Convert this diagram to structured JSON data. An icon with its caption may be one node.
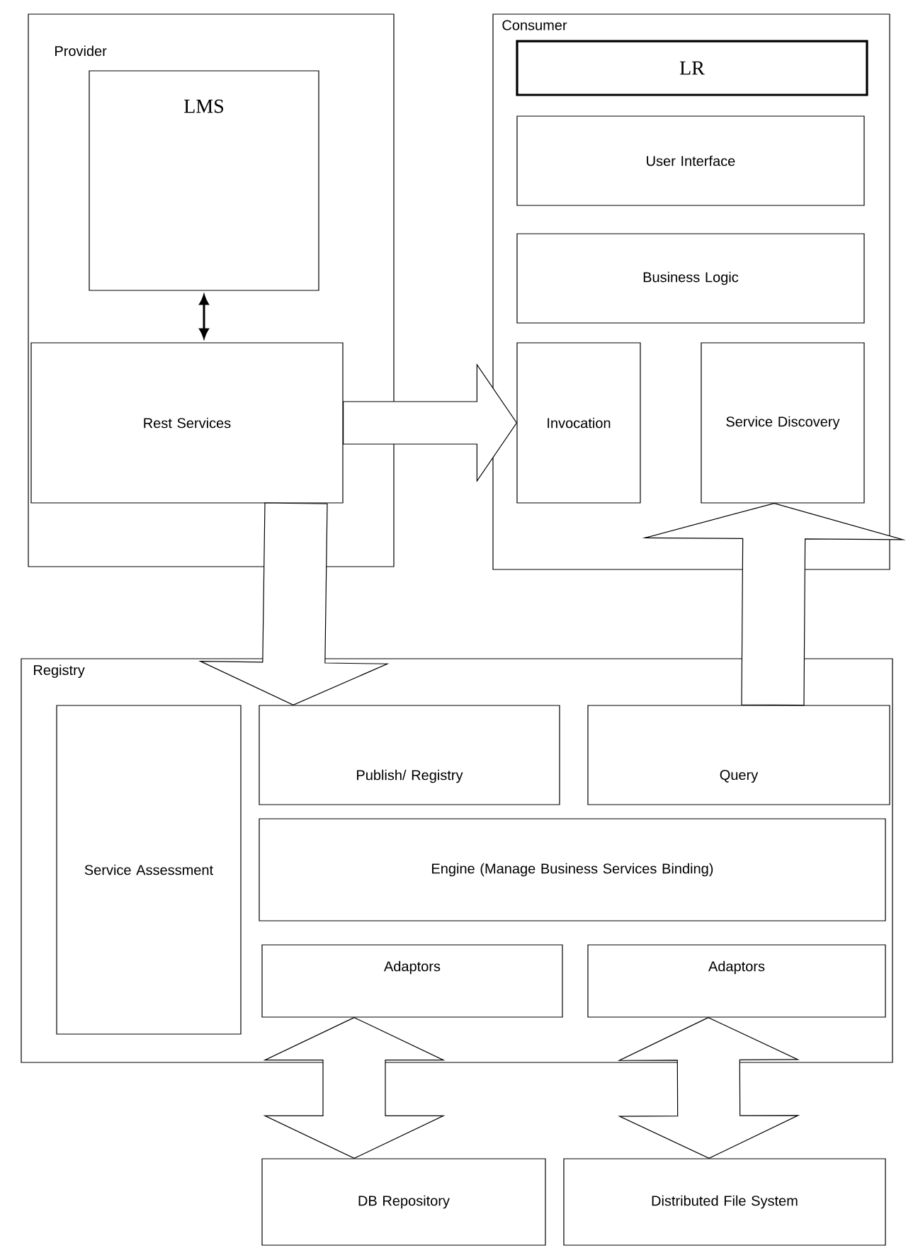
{
  "diagram": {
    "nodes": [
      {
        "text": [
          "Provider"
        ]
      },
      {
        "text": [
          "LMS"
        ],
        "in": 0
      },
      {
        "text": [
          "Rest Services"
        ],
        "in": 0
      },
      {
        "text": [
          "Consumer"
        ]
      },
      {
        "text": [
          "LR"
        ],
        "in": 3
      },
      {
        "text": [
          "User Interface"
        ],
        "in": 3
      },
      {
        "text": [
          "Business Logic"
        ],
        "in": 3
      },
      {
        "text": [
          "Invocation"
        ],
        "in": 3
      },
      {
        "text": [
          "Service Discovery"
        ],
        "in": 3
      },
      {
        "text": [
          "Registry"
        ]
      },
      {
        "text": [
          "Service Assessment"
        ],
        "in": 9
      },
      {
        "text": [
          "Publish/ Registry"
        ],
        "in": 9
      },
      {
        "text": [
          "Query"
        ],
        "in": 9
      },
      {
        "text": [
          "Engine (Manage Business Services Binding)"
        ],
        "in": 9
      },
      {
        "text": [
          "Adaptors"
        ],
        "in": 9
      },
      {
        "text": [
          "Adaptors"
        ],
        "in": 9
      },
      {
        "text": [
          "DB Repository"
        ]
      },
      {
        "text": [
          "Distributed File System"
        ]
      }
    ],
    "edges": [
      {
        "from": 1,
        "to": 2,
        "arrow": "both"
      },
      {
        "from": 2,
        "to": 7,
        "arrow": "to",
        "style": "thick"
      },
      {
        "from": 2,
        "to": 11,
        "arrow": "to",
        "style": "thick"
      },
      {
        "from": 12,
        "to": 8,
        "arrow": "to",
        "style": "thick"
      },
      {
        "from": 14,
        "to": 16,
        "arrow": "both",
        "style": "thick"
      },
      {
        "from": 15,
        "to": 17,
        "arrow": "both",
        "style": "thick"
      }
    ]
  }
}
